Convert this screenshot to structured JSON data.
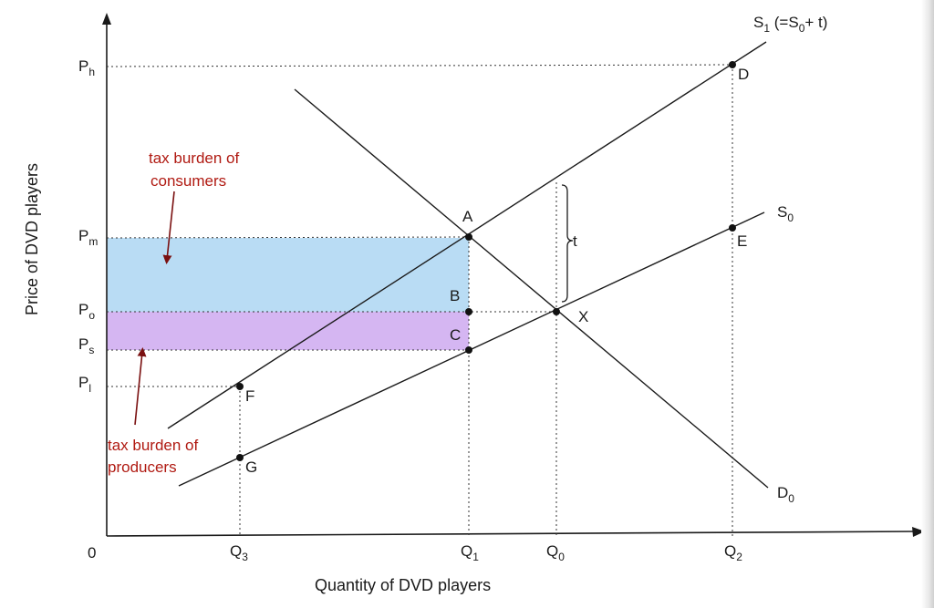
{
  "axes": {
    "y_title": "Price of DVD players",
    "x_title": "Quantity of DVD players",
    "origin": "0"
  },
  "price_labels": {
    "ph": {
      "main": "P",
      "sub": "h"
    },
    "pm": {
      "main": "P",
      "sub": "m"
    },
    "po": {
      "main": "P",
      "sub": "o"
    },
    "ps": {
      "main": "P",
      "sub": "s"
    },
    "pl": {
      "main": "P",
      "sub": "l"
    }
  },
  "quantity_labels": {
    "q3": {
      "main": "Q",
      "sub": "3"
    },
    "q1": {
      "main": "Q",
      "sub": "1"
    },
    "q0": {
      "main": "Q",
      "sub": "0"
    },
    "q2": {
      "main": "Q",
      "sub": "2"
    }
  },
  "curves": {
    "s1": {
      "main": "S",
      "sub": "1",
      "rest_a": " (=S",
      "sub2": "0",
      "rest_b": "+ t)"
    },
    "s0": {
      "main": "S",
      "sub": "0"
    },
    "d0": {
      "main": "D",
      "sub": "0"
    }
  },
  "points": [
    "A",
    "B",
    "C",
    "D",
    "E",
    "F",
    "G",
    "X"
  ],
  "tax_label": "t",
  "annotations": {
    "consumers": [
      "tax burden of",
      "consumers"
    ],
    "producers": [
      "tax burden of",
      "producers"
    ]
  },
  "colors": {
    "consumer_area": "#b9dcf4",
    "producer_area": "#d5b6f2",
    "annotation_text": "#b01a12",
    "arrow": "#7a1010",
    "line": "#1a1a1a"
  }
}
